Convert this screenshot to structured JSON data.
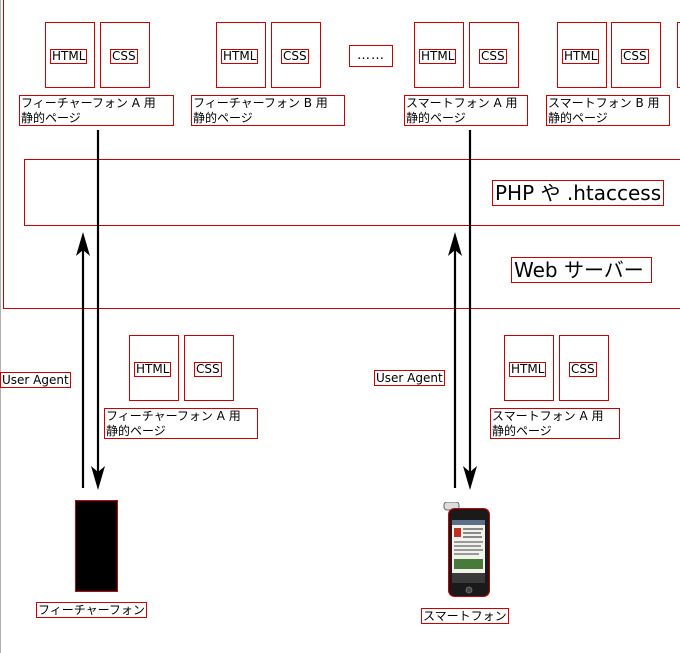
{
  "server": {
    "label": "Web サーバー",
    "backend_label": "PHP や .htaccess"
  },
  "file_labels": {
    "html": "HTML",
    "css": "CSS",
    "ellipsis": "……"
  },
  "pages": [
    {
      "line1": "フィーチャーフォン A 用",
      "line2": "静的ページ"
    },
    {
      "line1": "フィーチャーフォン B 用",
      "line2": "静的ページ"
    },
    {
      "line1": "スマートフォン A 用",
      "line2": "静的ページ"
    },
    {
      "line1": "スマートフォン B 用",
      "line2": "静的ページ"
    }
  ],
  "delivered_pages": [
    {
      "line1": "フィーチャーフォン A 用",
      "line2": "静的ページ"
    },
    {
      "line1": "スマートフォン A 用",
      "line2": "静的ページ"
    }
  ],
  "request_label": "User Agent",
  "devices": [
    {
      "label": "フィーチャーフォン"
    },
    {
      "label": "スマートフォン"
    }
  ],
  "colors": {
    "box_border": "#cc0000",
    "arrow": "#000000",
    "feature_phone": "#000000"
  }
}
